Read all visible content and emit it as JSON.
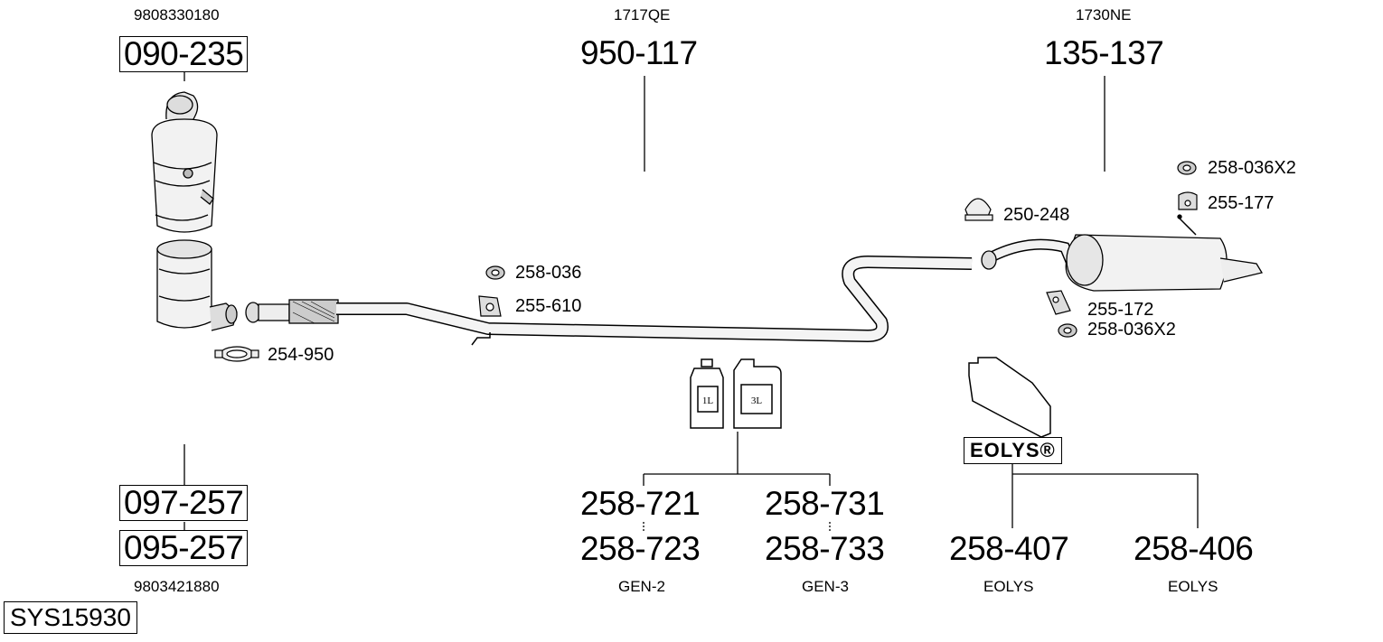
{
  "system_code": "SYS15930",
  "catalyst": {
    "oem": "9808330180",
    "part": "090-235"
  },
  "dpf": {
    "part_a": "097-257",
    "part_b": "095-257",
    "oem": "9803421880"
  },
  "mid_pipe": {
    "oem": "1717QE",
    "part": "950-117"
  },
  "rear_silencer": {
    "oem": "1730NE",
    "part": "135-137"
  },
  "hardware": {
    "clamp_front": "254-950",
    "rubber_mid": "258-036",
    "bracket_mid": "255-610",
    "clamp_rear": "250-248",
    "rubber_rear_top": "258-036X2",
    "bracket_rear_top": "255-177",
    "bracket_rear_bottom": "255-172",
    "rubber_rear_bottom": "258-036X2"
  },
  "fluids": {
    "bottle_1l_label": "1L",
    "bottle_3l_label": "3L",
    "gen2_a": "258-721",
    "gen2_b": "258-723",
    "gen2_name": "GEN-2",
    "gen3_a": "258-731",
    "gen3_b": "258-733",
    "gen3_name": "GEN-3"
  },
  "eolys": {
    "logo_text": "EOLYS®",
    "part_a": "258-407",
    "part_a_name": "EOLYS",
    "part_b": "258-406",
    "part_b_name": "EOLYS"
  }
}
